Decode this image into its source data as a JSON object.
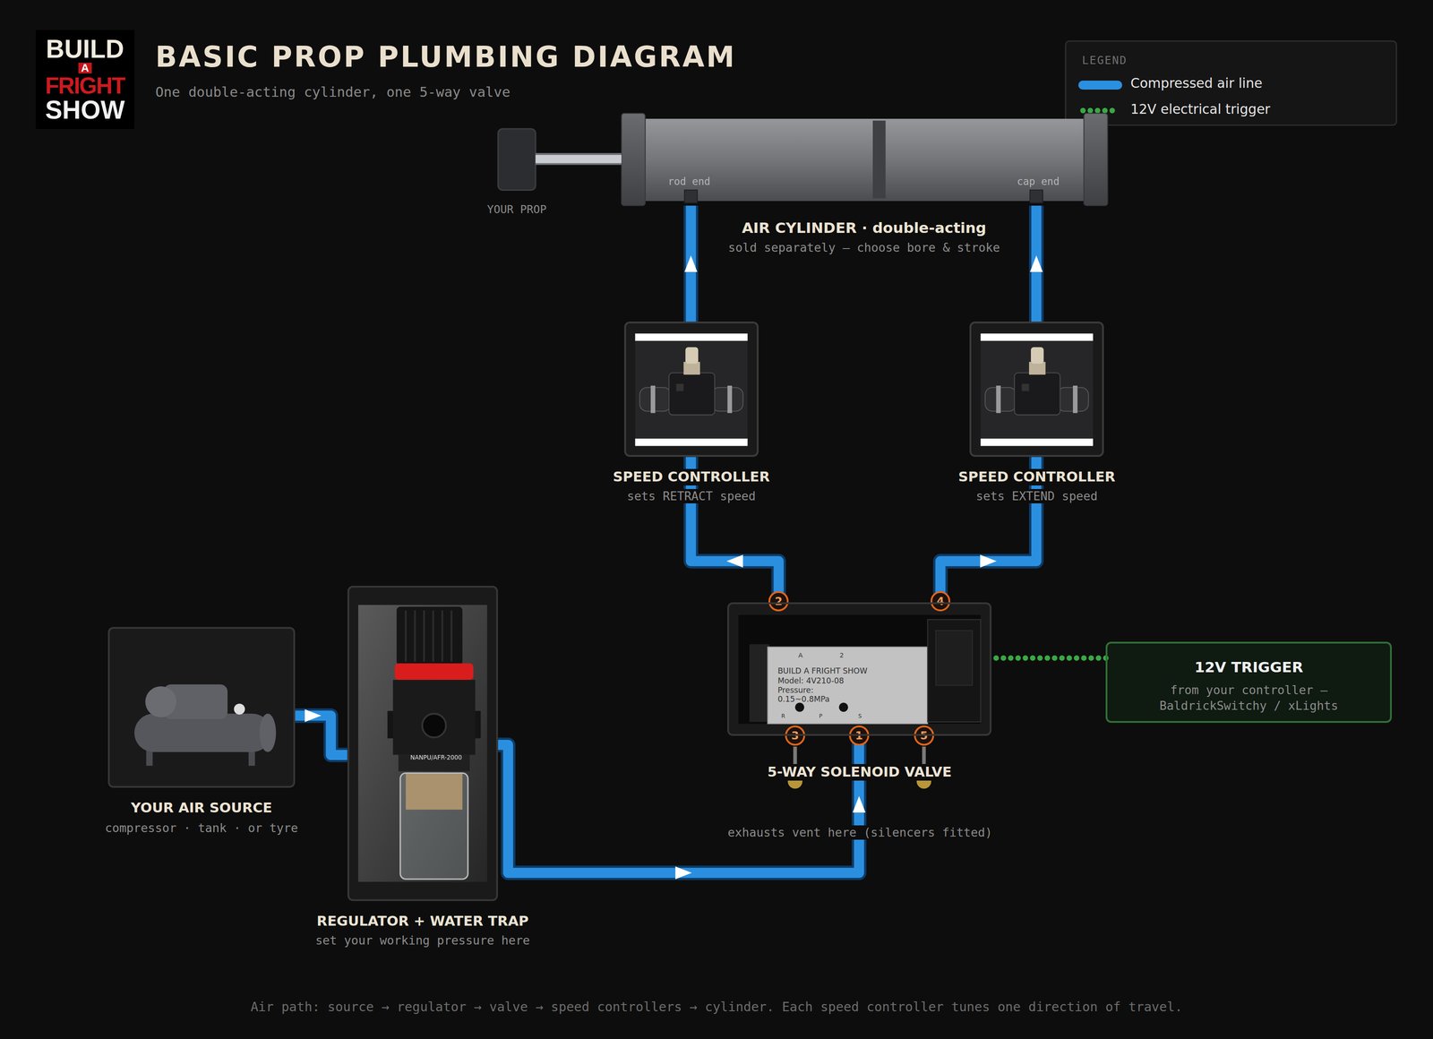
{
  "diagram": {
    "title": "BASIC PROP PLUMBING DIAGRAM",
    "caption": "Air path: source → regulator → valve → speed controllers → cylinder. Each speed controller tunes one direction of travel.",
    "nodes": [
      {
        "text": [
          "BUILD",
          "A",
          "FRIGHT",
          "SHOW"
        ]
      },
      {
        "text": [
          "YOUR PROP"
        ]
      },
      {
        "text": [
          "AIR CYLINDER · double-acting",
          "sold separately — choose bore & stroke"
        ]
      },
      {
        "text": [
          "SPEED CONTROLLER",
          "sets RETRACT speed"
        ]
      },
      {
        "text": [
          "SPEED CONTROLLER",
          "sets EXTEND speed"
        ]
      },
      {
        "text": [
          "YOUR AIR SOURCE",
          "compressor · tank · or tyre"
        ]
      },
      {
        "text": [
          "REGULATOR + WATER TRAP",
          "set your working pressure here"
        ]
      },
      {
        "text": [
          "5-WAY SOLENOID VALVE"
        ]
      },
      {
        "text": [
          "12V TRIGGER",
          "from your controller — BaldrickSwitchy / xLights"
        ]
      }
    ],
    "edges": [
      {
        "from": 1,
        "to": 2,
        "arrow": "none"
      },
      {
        "from": 5,
        "to": 6,
        "arrow": "to"
      },
      {
        "from": 6,
        "to": 7,
        "arrow": "to"
      },
      {
        "from": 7,
        "to": 3,
        "arrow": "to"
      },
      {
        "from": 7,
        "to": 4,
        "arrow": "to"
      },
      {
        "from": 3,
        "to": 2,
        "arrow": "to"
      },
      {
        "from": 4,
        "to": 2,
        "arrow": "to"
      },
      {
        "from": 8,
        "to": 7,
        "arrow": "none"
      }
    ],
    "labels": [
      "One double-acting cylinder, one 5-way valve",
      "LEGEND",
      "rod end",
      "cap end",
      "2",
      "4",
      "3",
      "1",
      "5",
      "exhausts vent here (silencers fitted)",
      "A",
      "2",
      "BUILD A FRIGHT SHOW",
      "Model: 4V210-08",
      "Pressure:",
      "0.15~0.8MPa",
      "R",
      "P",
      "S",
      "NANPU/AFR-2000"
    ],
    "legend": [
      {
        "text": "Compressed air line",
        "color": "#2b8fe0"
      },
      {
        "text": "12V electrical trigger"
      }
    ]
  }
}
